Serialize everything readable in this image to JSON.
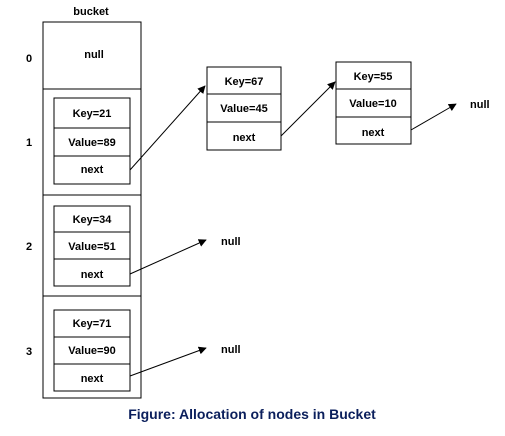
{
  "diagram": {
    "bucket_label": "bucket",
    "caption": "Figure: Allocation of nodes in Bucket",
    "rows": [
      {
        "index": "0",
        "content": "null"
      },
      {
        "index": "1",
        "node": {
          "key": "Key=21",
          "value": "Value=89",
          "next": "next"
        }
      },
      {
        "index": "2",
        "node": {
          "key": "Key=34",
          "value": "Value=51",
          "next": "next"
        }
      },
      {
        "index": "3",
        "node": {
          "key": "Key=71",
          "value": "Value=90",
          "next": "next"
        }
      }
    ],
    "chain_nodes": [
      {
        "key": "Key=67",
        "value": "Value=45",
        "next": "next"
      },
      {
        "key": "Key=55",
        "value": "Value=10",
        "next": "next"
      }
    ],
    "null_targets": [
      "null",
      "null",
      "null"
    ]
  }
}
